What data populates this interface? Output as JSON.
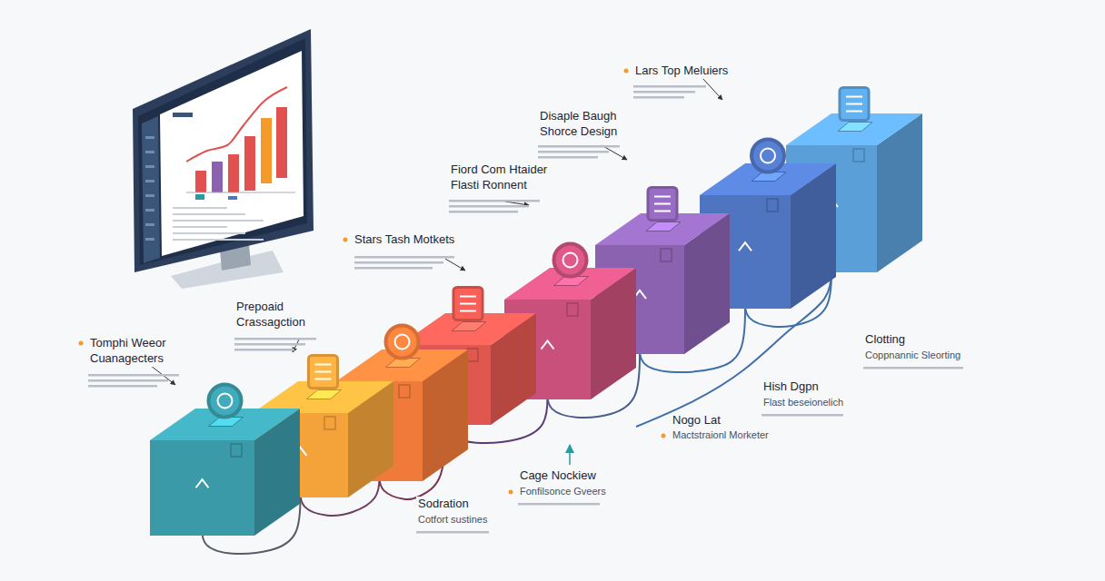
{
  "diagram": {
    "labels": [
      "Tomphi Weeor Cuanagecters",
      "Prepoaid Crassagction",
      "Stars Tash Motkets",
      "Fiord Com Htaider Flasti Ronnent",
      "Disaple Baugh Shorce Design",
      "Lars Top Meluiers",
      "Clotting",
      "Coppnannic Sleorting",
      "Hish Dgpn",
      "Flast beseionelich",
      "Nogo Lat",
      "Mactstraionl Morketer",
      "Cage Nockiew",
      "Fonfilsonce Gveers",
      "Sodration",
      "Cotfort sustines"
    ]
  }
}
